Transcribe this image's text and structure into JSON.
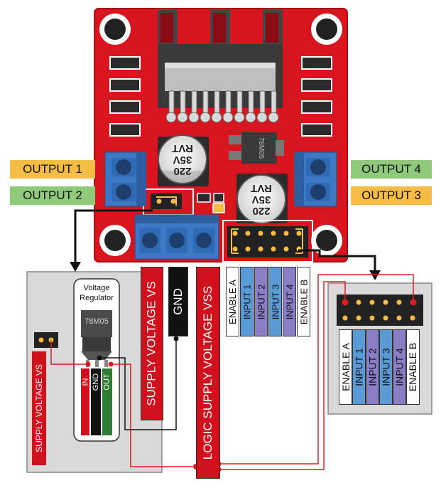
{
  "outputs": {
    "output1": "OUTPUT 1",
    "output2": "OUTPUT 2",
    "output3": "OUTPUT 3",
    "output4": "OUTPUT 4"
  },
  "capacitor": {
    "line1": "220",
    "line2": "35V",
    "line3": "RVT"
  },
  "regulator_chip": "78M05",
  "supply": {
    "vs": "SUPPLY VOLTAGE VS",
    "gnd": "GND",
    "vss": "LOGIC SUPPLY VOLTAGE VSS"
  },
  "pins": [
    "ENABLE A",
    "INPUT 1",
    "INPUT 2",
    "INPUT 3",
    "INPUT 4",
    "ENABLE B"
  ],
  "regulator_box": {
    "title_line1": "Voltage",
    "title_line2": "Regulator",
    "chip": "78M05",
    "pin_in": "IN",
    "pin_gnd": "GND",
    "pin_out": "OUT"
  },
  "jumper_label": "SUPPLY VOLTAGE VS",
  "colors": {
    "board": "#d8151f",
    "terminal": "#3d78c4",
    "label_yellow": "#f5bd45",
    "label_green": "#8fc97a",
    "input_blue": "#5b9bd5",
    "input_purple": "#8a7fc7"
  }
}
